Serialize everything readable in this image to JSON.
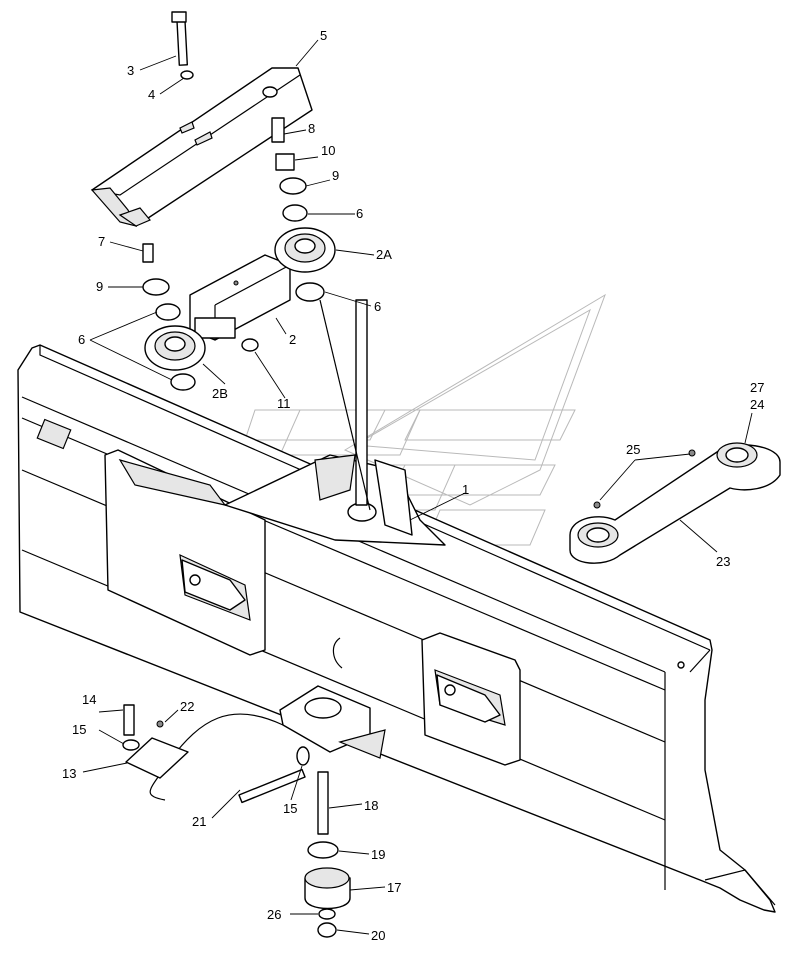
{
  "callouts": [
    {
      "id": "c1",
      "text": "1"
    },
    {
      "id": "c2",
      "text": "2"
    },
    {
      "id": "c2a",
      "text": "2A"
    },
    {
      "id": "c2b",
      "text": "2B"
    },
    {
      "id": "c3",
      "text": "3"
    },
    {
      "id": "c4",
      "text": "4"
    },
    {
      "id": "c5",
      "text": "5"
    },
    {
      "id": "c6a",
      "text": "6"
    },
    {
      "id": "c6b",
      "text": "6"
    },
    {
      "id": "c6c",
      "text": "6"
    },
    {
      "id": "c7",
      "text": "7"
    },
    {
      "id": "c8",
      "text": "8"
    },
    {
      "id": "c9a",
      "text": "9"
    },
    {
      "id": "c9b",
      "text": "9"
    },
    {
      "id": "c10",
      "text": "10"
    },
    {
      "id": "c11",
      "text": "11"
    },
    {
      "id": "c13",
      "text": "13"
    },
    {
      "id": "c14",
      "text": "14"
    },
    {
      "id": "c15a",
      "text": "15"
    },
    {
      "id": "c15b",
      "text": "15"
    },
    {
      "id": "c17",
      "text": "17"
    },
    {
      "id": "c18",
      "text": "18"
    },
    {
      "id": "c19",
      "text": "19"
    },
    {
      "id": "c20",
      "text": "20"
    },
    {
      "id": "c21",
      "text": "21"
    },
    {
      "id": "c22",
      "text": "22"
    },
    {
      "id": "c23",
      "text": "23"
    },
    {
      "id": "c24",
      "text": "24"
    },
    {
      "id": "c25",
      "text": "25"
    },
    {
      "id": "c26",
      "text": "26"
    },
    {
      "id": "c27",
      "text": "27"
    }
  ]
}
